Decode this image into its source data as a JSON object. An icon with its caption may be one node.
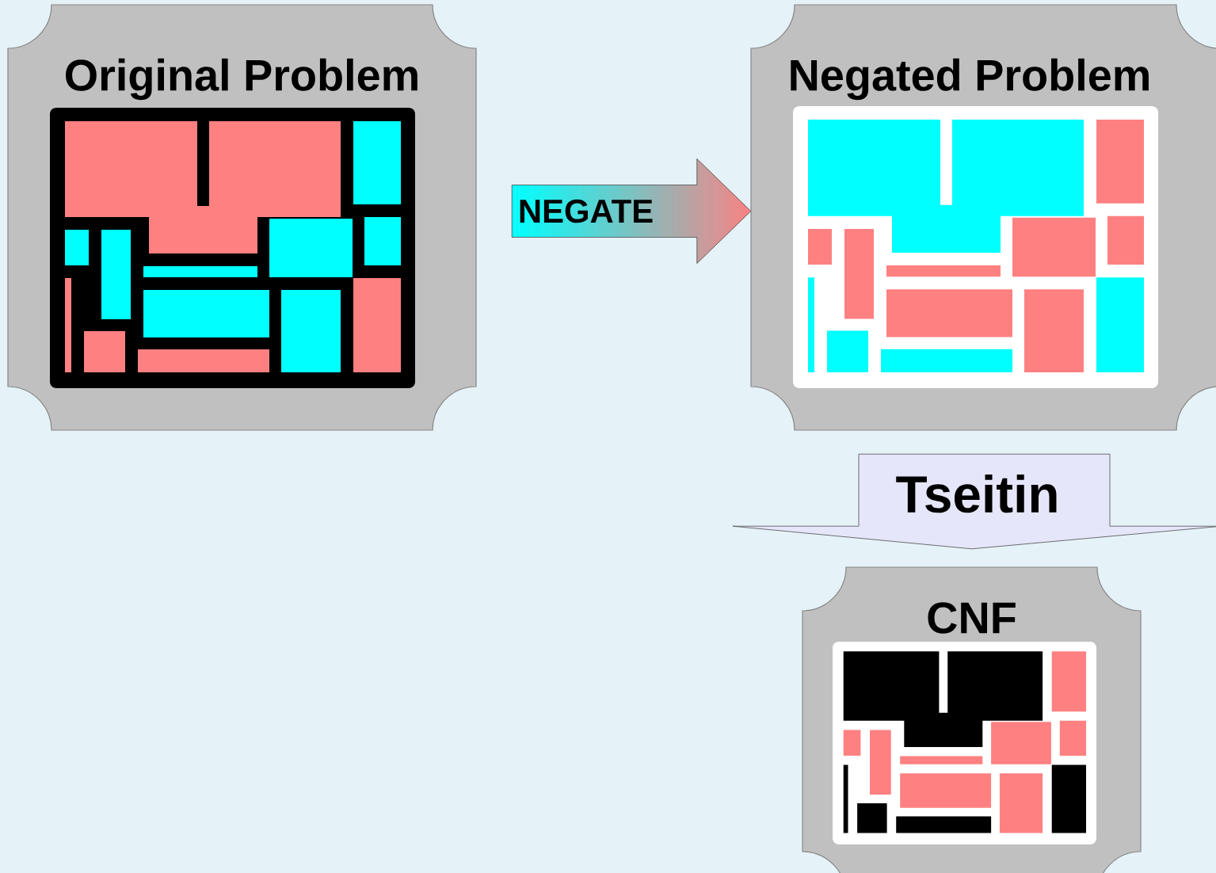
{
  "diagram": {
    "nodes": [
      {
        "text": [
          "Original Problem"
        ]
      },
      {
        "text": [
          "Negated Problem"
        ]
      },
      {
        "text": [
          "CNF"
        ]
      }
    ],
    "edges": [
      {
        "from": 0,
        "to": 1,
        "arrow": "to",
        "label": "NEGATE"
      },
      {
        "from": 1,
        "to": 2,
        "arrow": "to",
        "label": "Tseitin"
      }
    ]
  }
}
